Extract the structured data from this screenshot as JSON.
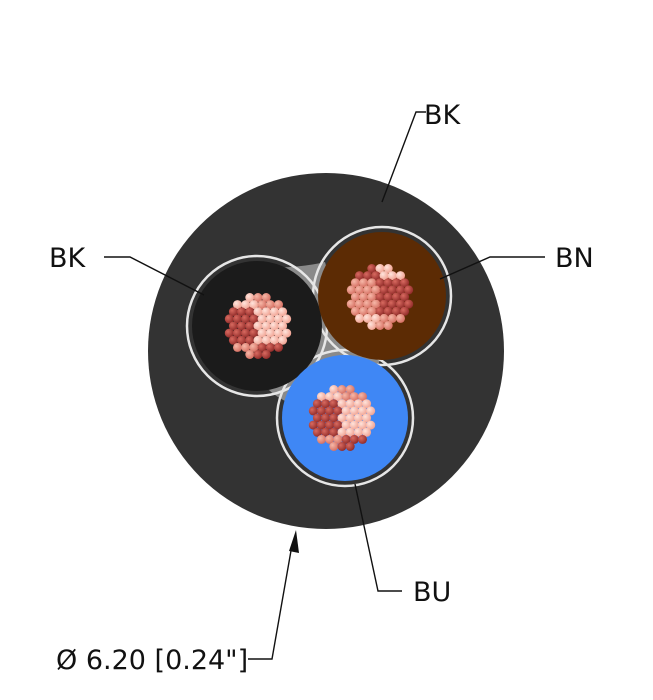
{
  "labels": {
    "jacket": "BK",
    "core_black": "BK",
    "core_brown": "BN",
    "core_blue": "BU",
    "diameter": "Ø 6.20 [0.24\"]"
  },
  "colors": {
    "jacket": "#333333",
    "filler": "#8a8a8a",
    "core_black": "#1b1b1b",
    "core_brown": "#5c2b04",
    "core_blue": "#3f87f5",
    "insulation_ring": "#e6e6e6",
    "strand_light": "#f3b0a0",
    "strand_mid": "#e17f72",
    "strand_dark": "#a83a36",
    "text": "#111111"
  }
}
